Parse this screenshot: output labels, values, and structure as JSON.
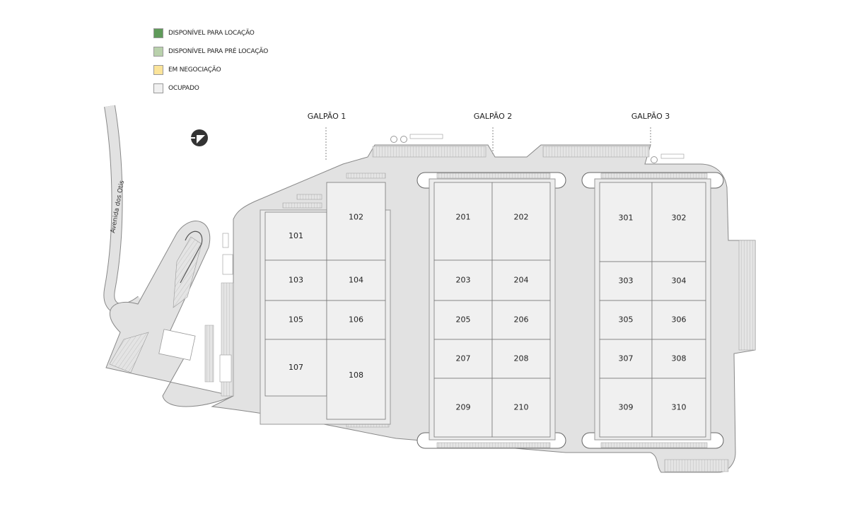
{
  "legend": [
    {
      "label": "DISPONÍVEL PARA LOCAÇÃO",
      "color": "#5f9a5a"
    },
    {
      "label": "DISPONÍVEL PARA PRÉ LOCAÇÃO",
      "color": "#b9d1ac"
    },
    {
      "label": "EM NEGOCIAÇÃO",
      "color": "#fbe49a"
    },
    {
      "label": "OCUPADO",
      "color": "#f0f0f0"
    }
  ],
  "road_name": "Avenida dos Otis",
  "compass_icon": "north-arrow-icon",
  "galpoes": [
    {
      "label": "GALPÃO 1",
      "units": [
        {
          "id": "101",
          "status": "OCUPADO"
        },
        {
          "id": "102",
          "status": "OCUPADO"
        },
        {
          "id": "103",
          "status": "OCUPADO"
        },
        {
          "id": "104",
          "status": "OCUPADO"
        },
        {
          "id": "105",
          "status": "OCUPADO"
        },
        {
          "id": "106",
          "status": "OCUPADO"
        },
        {
          "id": "107",
          "status": "OCUPADO"
        },
        {
          "id": "108",
          "status": "OCUPADO"
        }
      ]
    },
    {
      "label": "GALPÃO 2",
      "units": [
        {
          "id": "201",
          "status": "OCUPADO"
        },
        {
          "id": "202",
          "status": "OCUPADO"
        },
        {
          "id": "203",
          "status": "OCUPADO"
        },
        {
          "id": "204",
          "status": "OCUPADO"
        },
        {
          "id": "205",
          "status": "OCUPADO"
        },
        {
          "id": "206",
          "status": "OCUPADO"
        },
        {
          "id": "207",
          "status": "OCUPADO"
        },
        {
          "id": "208",
          "status": "OCUPADO"
        },
        {
          "id": "209",
          "status": "OCUPADO"
        },
        {
          "id": "210",
          "status": "OCUPADO"
        }
      ]
    },
    {
      "label": "GALPÃO 3",
      "units": [
        {
          "id": "301",
          "status": "OCUPADO"
        },
        {
          "id": "302",
          "status": "OCUPADO"
        },
        {
          "id": "303",
          "status": "OCUPADO"
        },
        {
          "id": "304",
          "status": "OCUPADO"
        },
        {
          "id": "305",
          "status": "OCUPADO"
        },
        {
          "id": "306",
          "status": "OCUPADO"
        },
        {
          "id": "307",
          "status": "OCUPADO"
        },
        {
          "id": "308",
          "status": "OCUPADO"
        },
        {
          "id": "309",
          "status": "OCUPADO"
        },
        {
          "id": "310",
          "status": "OCUPADO"
        }
      ]
    }
  ]
}
